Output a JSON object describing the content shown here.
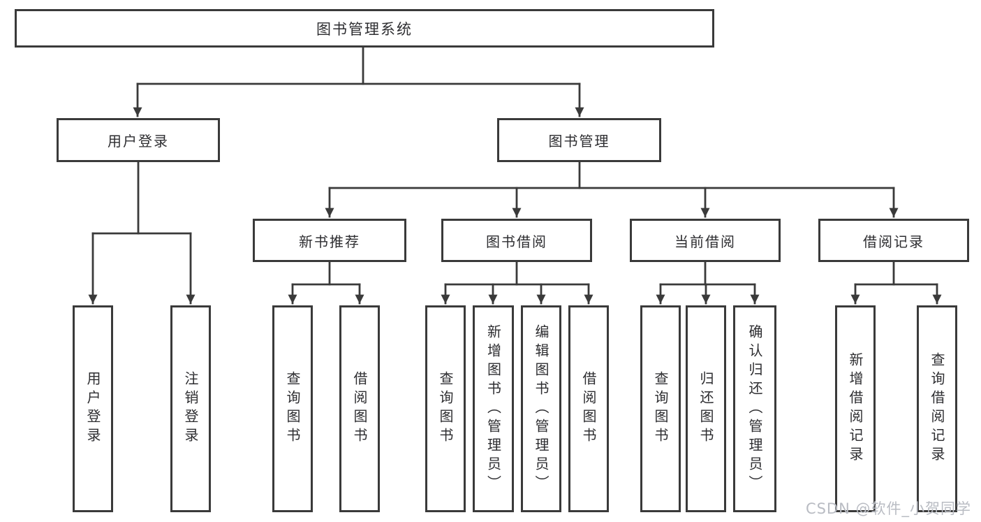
{
  "diagram": {
    "root": {
      "label": "图书管理系统",
      "children": [
        {
          "label": "用户登录",
          "children": [
            {
              "label": "用户登录"
            },
            {
              "label": "注销登录"
            }
          ]
        },
        {
          "label": "图书管理",
          "children": [
            {
              "label": "新书推荐",
              "children": [
                {
                  "label": "查询图书"
                },
                {
                  "label": "借阅图书"
                }
              ]
            },
            {
              "label": "图书借阅",
              "children": [
                {
                  "label": "查询图书"
                },
                {
                  "label": "新增图书（管理员）"
                },
                {
                  "label": "编辑图书（管理员）"
                },
                {
                  "label": "借阅图书"
                }
              ]
            },
            {
              "label": "当前借阅",
              "children": [
                {
                  "label": "查询图书"
                },
                {
                  "label": "归还图书"
                },
                {
                  "label": "确认归还（管理员）"
                }
              ]
            },
            {
              "label": "借阅记录",
              "children": [
                {
                  "label": "新增借阅记录"
                },
                {
                  "label": "查询借阅记录"
                }
              ]
            }
          ]
        }
      ]
    }
  },
  "watermark": {
    "label": "CSDN @软件_小贺同学"
  },
  "colors": {
    "line": "#3a3a3a",
    "box_border": "#3a3a3a",
    "text": "#2d2d30",
    "background": "#ffffff",
    "watermark": "#b9bcc3"
  }
}
